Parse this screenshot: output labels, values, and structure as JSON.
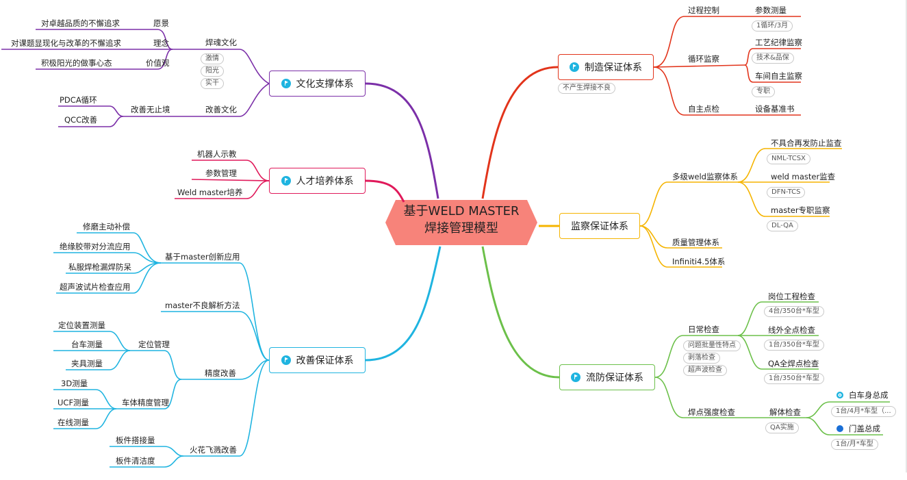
{
  "center": {
    "line1": "基于WELD MASTER",
    "line2": "焊接管理模型"
  },
  "branches": {
    "culture": {
      "label": "文化支撑体系"
    },
    "talent": {
      "label": "人才培养体系"
    },
    "improve": {
      "label": "改善保证体系"
    },
    "manufacture": {
      "label": "制造保证体系",
      "note": "不产生焊接不良"
    },
    "monitor": {
      "label": "监察保证体系"
    },
    "prevent": {
      "label": "流防保证体系"
    }
  },
  "culture": {
    "soul": "焊魂文化",
    "soul_notes": [
      "激情",
      "阳光",
      "实干"
    ],
    "vision": "愿景",
    "vision_text": "对卓越品质的不懈追求",
    "idea": "理念",
    "idea_text": "对课题显现化与改革的不懈追求",
    "value": "价值观",
    "value_text": "积极阳光的做事心态",
    "improve_culture": "改善文化",
    "endless": "改善无止境",
    "pdca": "PDCA循环",
    "qcc": "QCC改善"
  },
  "talent": {
    "items": [
      "机器人示教",
      "参数管理",
      "Weld master培养"
    ]
  },
  "improve": {
    "innovation": "基于master创新应用",
    "innovation_items": [
      "修磨主动补偿",
      "绝缘胶带对分流应用",
      "私服焊枪漏焊防呆",
      "超声波试片检查应用"
    ],
    "analysis": "master不良解析方法",
    "precision": "精度改善",
    "positioning": "定位管理",
    "positioning_items": [
      "定位装置测量",
      "台车测量",
      "夹具测量"
    ],
    "body": "车体精度管理",
    "body_items": [
      "3D测量",
      "UCF测量",
      "在线测量"
    ],
    "spark": "火花飞溅改善",
    "spark_items": [
      "板件搭接量",
      "板件清洁度"
    ]
  },
  "manufacture": {
    "process": "过程控制",
    "param": "参数测量",
    "param_note": "1循环/3月",
    "cycle": "循环监察",
    "craft": "工艺纪律监察",
    "craft_note": "技术&品保",
    "workshop": "车间自主监察",
    "workshop_note": "专职",
    "self": "自主点检",
    "equip": "设备基准书"
  },
  "monitor": {
    "multi": "多级weld监察体系",
    "m1": "不具合再发防止监查",
    "m1_note": "NML-TCSX",
    "m2": "weld master监查",
    "m2_note": "DFN-TCS",
    "m3": "master专职监察",
    "m3_note": "DL-QA",
    "quality": "质量管理体系",
    "infiniti": "Infiniti4.5体系"
  },
  "prevent": {
    "daily": "日常检查",
    "daily_notes": [
      "问题批量性特点",
      "剥落检查",
      "超声波检查"
    ],
    "p1": "岗位工程检查",
    "p1_note": "4台/350台*车型",
    "p2": "线外全点检查",
    "p2_note": "1台/350台*车型",
    "p3": "QA全焊点检查",
    "p3_note": "1台/350台*车型",
    "strength": "焊点强度检查",
    "disassembly": "解体检查",
    "disassembly_note": "QA实施",
    "white": "白车身总成",
    "white_note": "1台/4月*车型（...",
    "door": "门盖总成",
    "door_note": "1台/月*车型"
  },
  "colors": {
    "purple": "#7b2fa8",
    "magenta": "#e0195a",
    "cyan": "#1fb4e0",
    "red": "#e2341b",
    "yellow": "#f5b400",
    "green": "#6cc04a",
    "center_fill": "#f7837a"
  }
}
